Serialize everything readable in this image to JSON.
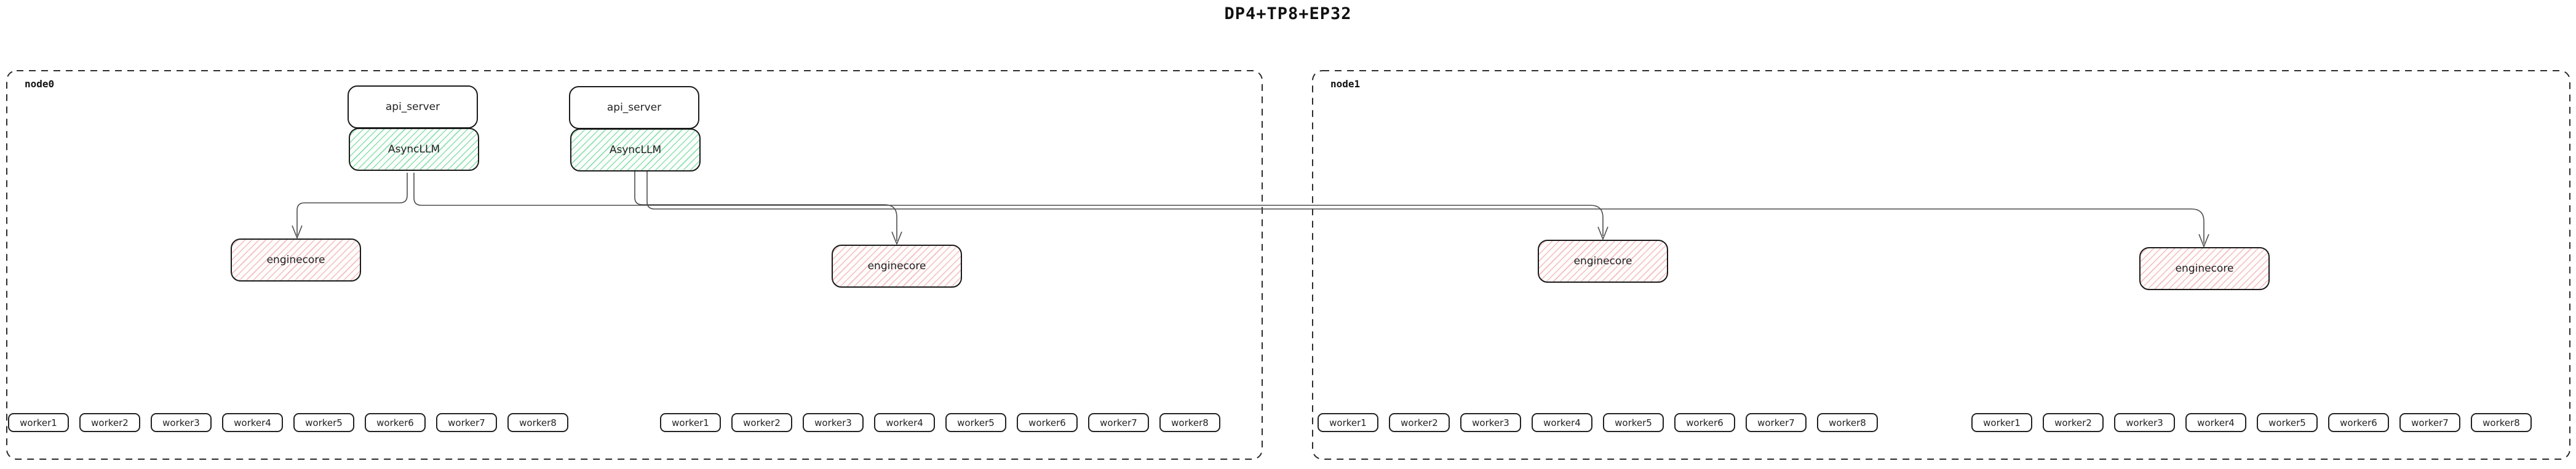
{
  "title": "DP4+TP8+EP32",
  "colors": {
    "box_border": "#1a1a1a",
    "async_hatch_green": "#8ce0ad",
    "engine_hatch_red": "#f3bdbd",
    "edge_gray": "#4d4d4d"
  },
  "nodes": [
    {
      "label": "node0",
      "api_servers": [
        {
          "title": "api_server",
          "llm": "AsyncLLM"
        },
        {
          "title": "api_server",
          "llm": "AsyncLLM"
        }
      ],
      "enginecores": [
        "enginecore",
        "enginecore"
      ],
      "worker_groups": [
        [
          "worker1",
          "worker2",
          "worker3",
          "worker4",
          "worker5",
          "worker6",
          "worker7",
          "worker8"
        ],
        [
          "worker1",
          "worker2",
          "worker3",
          "worker4",
          "worker5",
          "worker6",
          "worker7",
          "worker8"
        ]
      ]
    },
    {
      "label": "node1",
      "enginecores": [
        "enginecore",
        "enginecore"
      ],
      "worker_groups": [
        [
          "worker1",
          "worker2",
          "worker3",
          "worker4",
          "worker5",
          "worker6",
          "worker7",
          "worker8"
        ],
        [
          "worker1",
          "worker2",
          "worker3",
          "worker4",
          "worker5",
          "worker6",
          "worker7",
          "worker8"
        ]
      ]
    }
  ]
}
